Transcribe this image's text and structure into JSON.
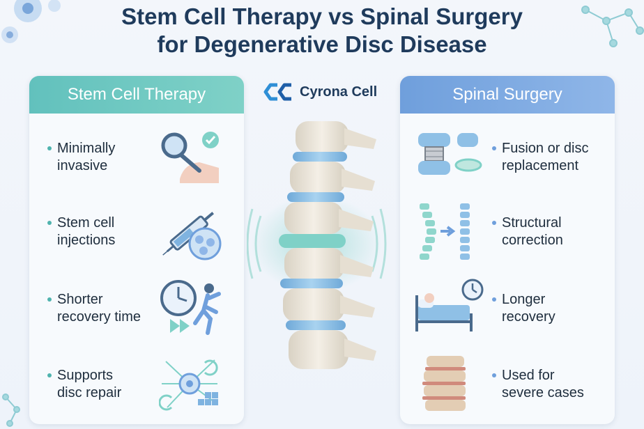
{
  "title": {
    "line1": "Stem Cell Therapy vs Spinal Surgery",
    "line2": "for Degenerative Disc Disease"
  },
  "brand": {
    "name": "Cyrona Cell",
    "logo_icon": "cc-logo-icon"
  },
  "colors": {
    "title": "#1f3b5c",
    "left_accent": "#62c1bd",
    "right_accent": "#6f9fdc",
    "disc_blue": "#8fc0e6",
    "bone": "#ece6da"
  },
  "left_panel": {
    "header": "Stem Cell Therapy",
    "items": [
      {
        "text": "Minimally\ninvasive",
        "icon": "magnifier-check-icon"
      },
      {
        "text": "Stem cell\ninjections",
        "icon": "syringe-cells-icon"
      },
      {
        "text": "Shorter\nrecovery time",
        "icon": "clock-runner-icon"
      },
      {
        "text": "Supports\ndisc repair",
        "icon": "cell-network-icon"
      }
    ]
  },
  "right_panel": {
    "header": "Spinal Surgery",
    "items": [
      {
        "text": "Fusion or disc\nreplacement",
        "icon": "disc-implant-icon"
      },
      {
        "text": "Structural\ncorrection",
        "icon": "spine-correction-icon"
      },
      {
        "text": "Longer\nrecovery",
        "icon": "hospital-bed-icon"
      },
      {
        "text": "Used for\nsevere cases",
        "icon": "damaged-spine-icon"
      }
    ]
  }
}
